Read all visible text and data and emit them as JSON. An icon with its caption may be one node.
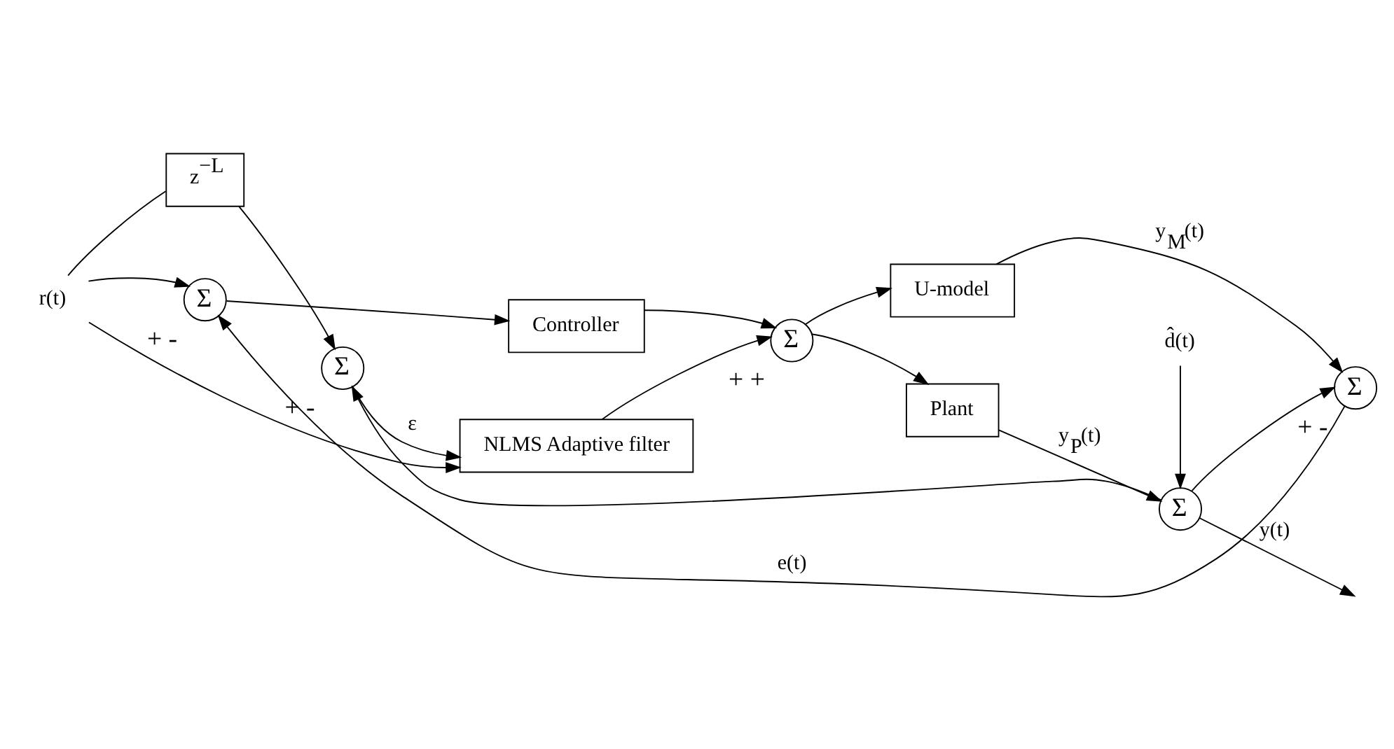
{
  "diagram": {
    "nodes": [
      {
        "text": [
          "Σ"
        ],
        "beside": [
          "+",
          "-"
        ]
      },
      {
        "text": [
          "z$^{−L}$"
        ]
      },
      {
        "text": [
          "NLMS Adaptive filter"
        ]
      },
      {
        "text": [
          "r(t)"
        ]
      },
      {
        "text": [
          "Σ"
        ],
        "beside": [
          "+",
          "-"
        ]
      },
      {
        "text": [
          "Controller"
        ]
      },
      {
        "text": [
          "Σ"
        ],
        "beside": [
          "+",
          "+"
        ]
      },
      {
        "text": [
          "Plant"
        ]
      },
      {
        "text": [
          "d̂(t)"
        ]
      },
      {
        "text": [
          "Σ"
        ]
      },
      {
        "text": [
          "U-model"
        ]
      },
      {
        "text": [
          "Σ"
        ],
        "beside": [
          "+",
          "-"
        ]
      }
    ],
    "edges": [
      {
        "from": 3,
        "to": 1,
        "arrow": "none"
      },
      {
        "from": 1,
        "to": 0,
        "arrow": "to"
      },
      {
        "from": 3,
        "to": 2,
        "arrow": "to"
      },
      {
        "from": 3,
        "to": 4,
        "arrow": "to"
      },
      {
        "from": 0,
        "to": 2,
        "arrow": "to",
        "label": "ε"
      },
      {
        "from": 2,
        "to": 6,
        "arrow": "to"
      },
      {
        "from": 4,
        "to": 5,
        "arrow": "to"
      },
      {
        "from": 5,
        "to": 6,
        "arrow": "to"
      },
      {
        "from": 6,
        "to": 7,
        "arrow": "to"
      },
      {
        "from": 6,
        "to": 10,
        "arrow": "to"
      },
      {
        "from": 7,
        "to": 9,
        "arrow": "to",
        "label": "y$_{P}$(t)"
      },
      {
        "from": 8,
        "to": 9,
        "arrow": "to"
      },
      {
        "from": 9,
        "to": null,
        "arrow": "to",
        "label": "y(t)"
      },
      {
        "from": 9,
        "to": 0,
        "arrow": "to"
      },
      {
        "from": 9,
        "to": 11,
        "arrow": "to"
      },
      {
        "from": 10,
        "to": 11,
        "arrow": "to",
        "label": "y$_{M}$(t)"
      },
      {
        "from": 11,
        "to": 4,
        "arrow": "to",
        "label": "e(t)"
      }
    ]
  }
}
